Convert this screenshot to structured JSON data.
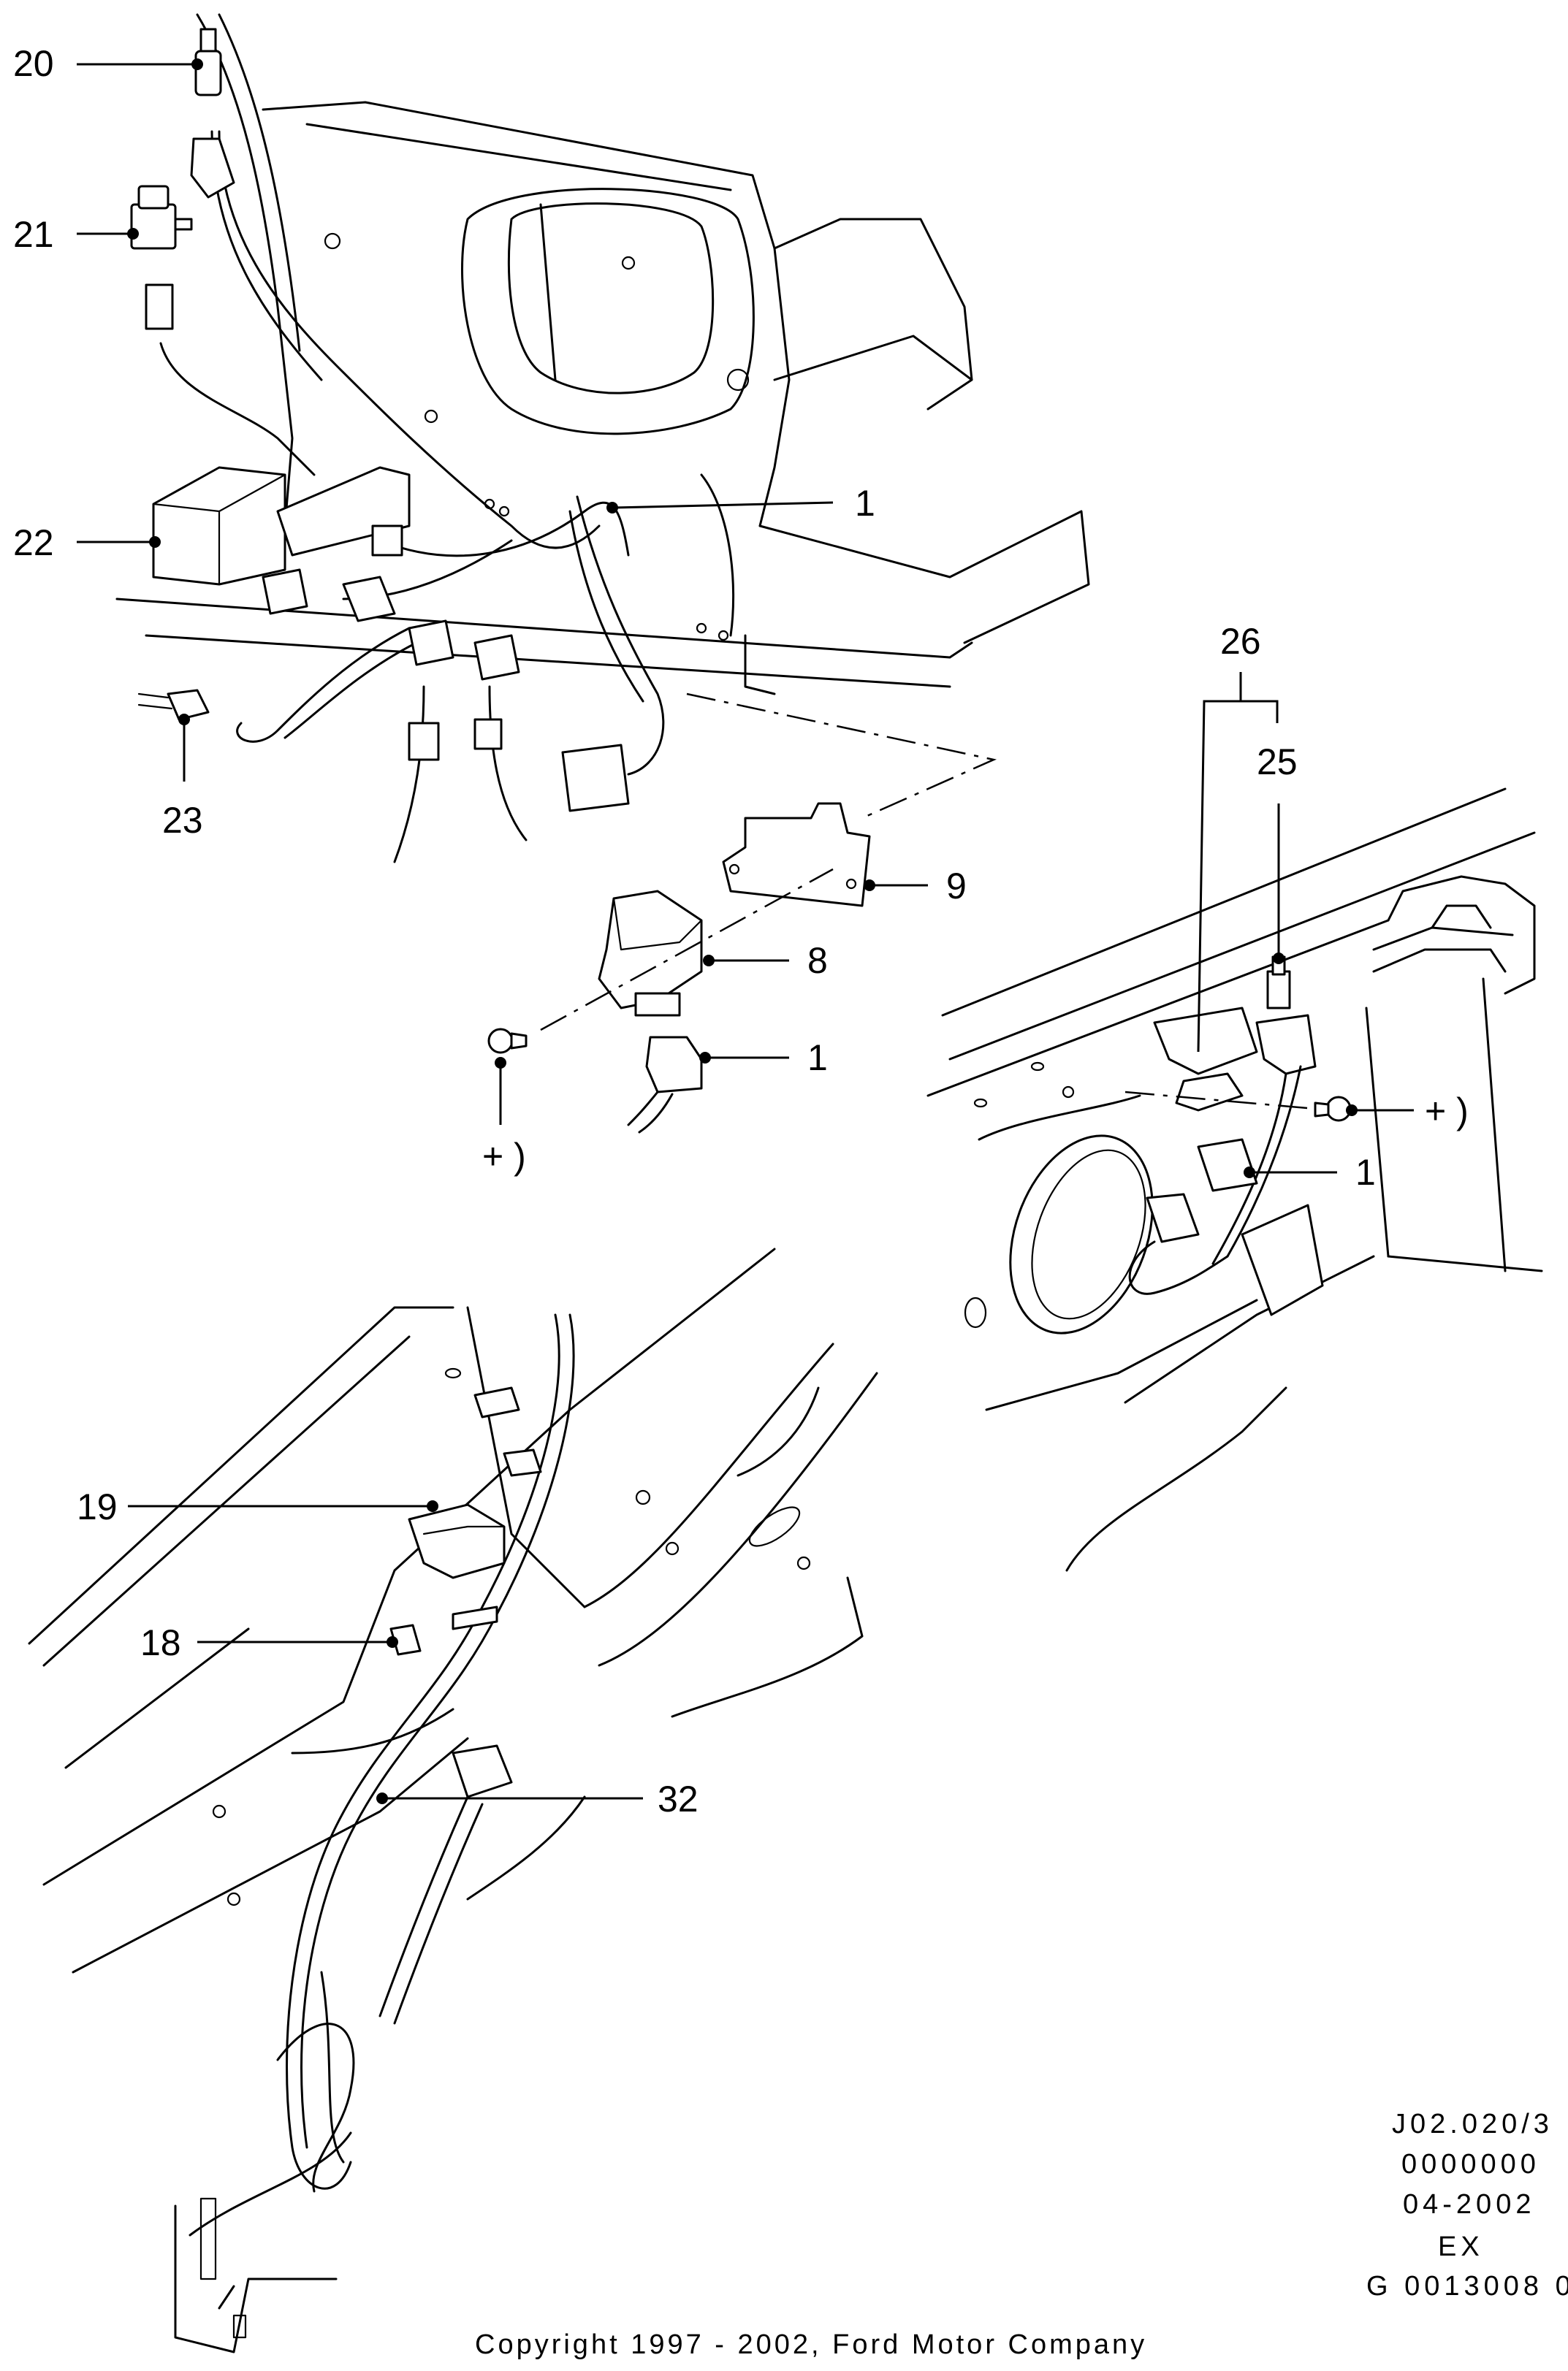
{
  "callouts": {
    "c20": "20",
    "c21": "21",
    "c22": "22",
    "c23": "23",
    "c1_top": "1",
    "c9": "9",
    "c8": "8",
    "c1_mid": "1",
    "c_plus_left": "+ )",
    "c26": "26",
    "c25": "25",
    "c_plus_right": "+ )",
    "c1_right": "1",
    "c19": "19",
    "c18": "18",
    "c32": "32"
  },
  "stamp": {
    "line1": "J02.020/3",
    "line2": "0000000",
    "line3": "04-2002",
    "line4": "EX",
    "line5": "G 0013008 0"
  },
  "copyright": "Copyright 1997 - 2002, Ford Motor Company"
}
